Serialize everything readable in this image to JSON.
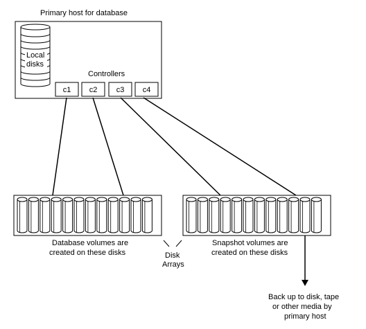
{
  "host": {
    "title": "Primary host for database",
    "local_disks_label_1": "Local",
    "local_disks_label_2": "disks",
    "controllers_label": "Controllers",
    "controllers": [
      "c1",
      "c2",
      "c3",
      "c4"
    ]
  },
  "arrays": {
    "left_caption_1": "Database volumes are",
    "left_caption_2": "created on these disks",
    "right_caption_1": "Snapshot volumes are",
    "right_caption_2": "created on these disks",
    "center_label_1": "Disk",
    "center_label_2": "Arrays"
  },
  "backup": {
    "line_1": "Back up to disk, tape",
    "line_2": "or other media by",
    "line_3": "primary host"
  }
}
